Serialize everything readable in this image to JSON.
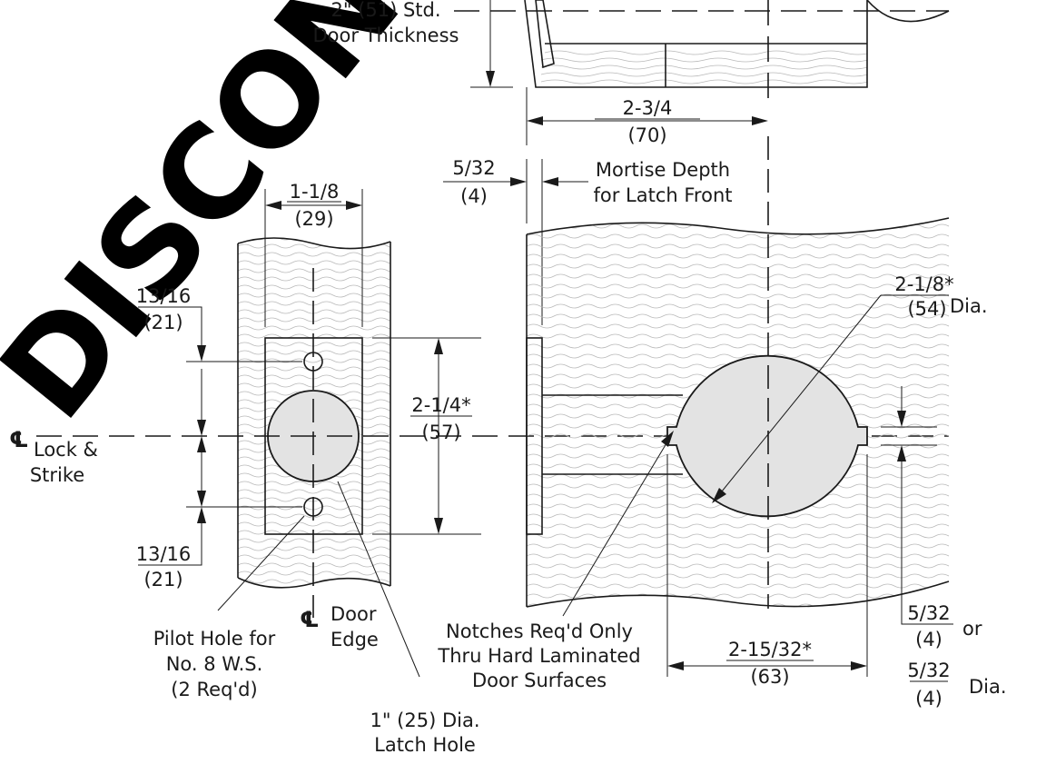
{
  "watermark": {
    "text": "DISCONTINUED"
  },
  "labels": {
    "door_thickness_line1": "2\" (51) Std.",
    "door_thickness_line2": "Door Thickness",
    "backset_frac": "2-3/4",
    "backset_mm": "(70)",
    "mortise_frac": "5/32",
    "mortise_mm": "(4)",
    "mortise_label_line1": "Mortise Depth",
    "mortise_label_line2": "for Latch Front",
    "front_width_frac": "1-1/8",
    "front_width_mm": "(29)",
    "top_screw_frac": "13/16",
    "top_screw_mm": "(21)",
    "bottom_screw_frac": "13/16",
    "bottom_screw_mm": "(21)",
    "front_height_frac": "2-1/4*",
    "front_height_mm": "(57)",
    "bore_dia_frac": "2-1/8*",
    "bore_dia_mm": "(54)",
    "bore_dia_suffix": "Dia.",
    "cl_symbol": "℄",
    "cl_lock_line1": "Lock &",
    "cl_lock_line2": "Strike",
    "cl_door_line1": "Door",
    "cl_door_line2": "Edge",
    "pilot_line1": "Pilot Hole for",
    "pilot_line2": "No. 8 W.S.",
    "pilot_line3": "(2 Req'd)",
    "latch_hole_line1": "1\" (25) Dia.",
    "latch_hole_line2": "Latch Hole",
    "notches_line1": "Notches Req'd Only",
    "notches_line2": "Thru Hard Laminated",
    "notches_line3": "Door Surfaces",
    "notch_span_frac": "2-15/32*",
    "notch_span_mm": "(63)",
    "notch_w_frac": "5/32",
    "notch_w_mm": "(4)",
    "notch_w_suffix": "or",
    "notch_dia_frac": "5/32",
    "notch_dia_mm": "(4)",
    "notch_dia_suffix": "Dia."
  }
}
